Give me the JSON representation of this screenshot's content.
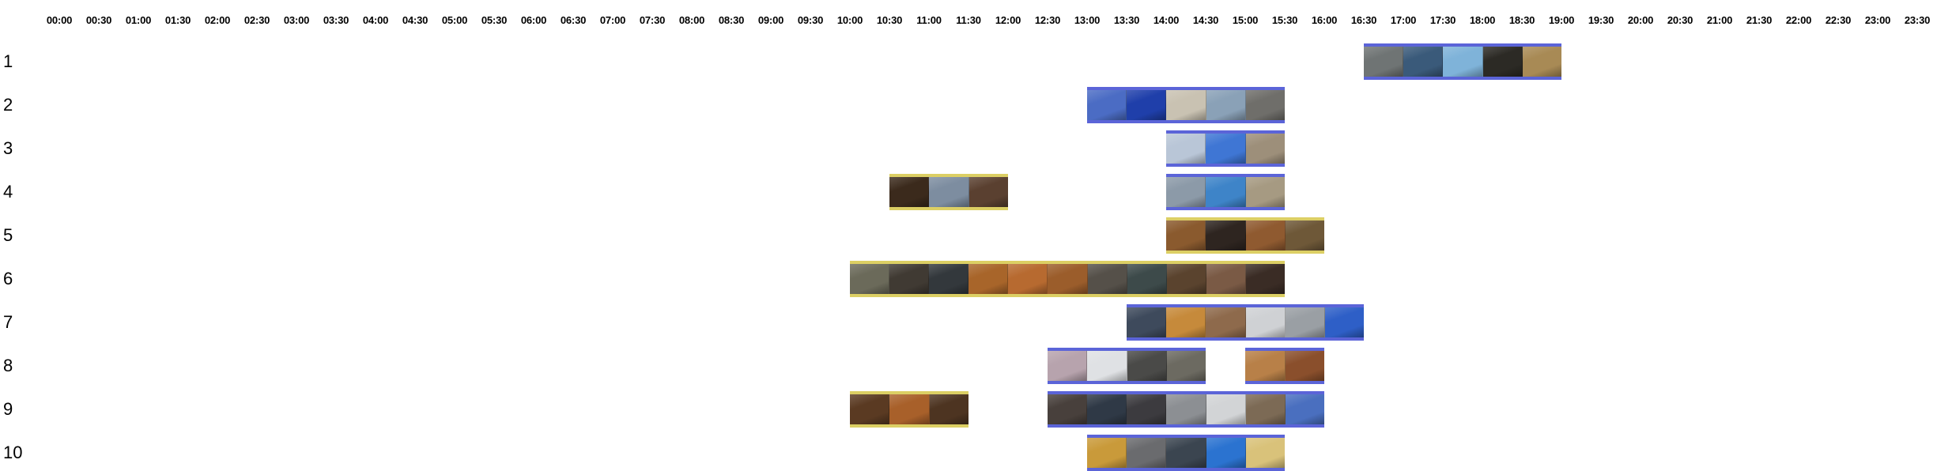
{
  "time_axis": [
    "00:00",
    "00:30",
    "01:00",
    "01:30",
    "02:00",
    "02:30",
    "03:00",
    "03:30",
    "04:00",
    "04:30",
    "05:00",
    "05:30",
    "06:00",
    "06:30",
    "07:00",
    "07:30",
    "08:00",
    "08:30",
    "09:00",
    "09:30",
    "10:00",
    "10:30",
    "11:00",
    "11:30",
    "12:00",
    "12:30",
    "13:00",
    "13:30",
    "14:00",
    "14:30",
    "15:00",
    "15:30",
    "16:00",
    "16:30",
    "17:00",
    "17:30",
    "18:00",
    "18:30",
    "19:00",
    "19:30",
    "20:00",
    "20:30",
    "21:00",
    "21:30",
    "22:00",
    "22:30",
    "23:00",
    "23:30"
  ],
  "colors": {
    "blue_frame": "#5b64d8",
    "yellow_frame": "#dccf64"
  },
  "rows": [
    {
      "label": "1",
      "segments": [
        {
          "start": "16:30",
          "end": "19:00",
          "color": "blue",
          "thumbs": [
            "#6f7474",
            "#3a5a7a",
            "#7fb3d9",
            "#2c2a25",
            "#a88a55"
          ]
        }
      ]
    },
    {
      "label": "2",
      "segments": [
        {
          "start": "13:00",
          "end": "15:30",
          "color": "blue",
          "thumbs": [
            "#4b6cc4",
            "#1f3faa",
            "#c9c2b2",
            "#8aa1b7",
            "#6f6e6a"
          ]
        }
      ]
    },
    {
      "label": "3",
      "segments": [
        {
          "start": "14:00",
          "end": "15:30",
          "color": "blue",
          "thumbs": [
            "#b9c6d7",
            "#3f76d4",
            "#9d8f7a"
          ]
        }
      ]
    },
    {
      "label": "4",
      "segments": [
        {
          "start": "10:30",
          "end": "12:00",
          "color": "yellow",
          "thumbs": [
            "#3b2a1c",
            "#7d8da0",
            "#5a4030"
          ]
        },
        {
          "start": "14:00",
          "end": "15:30",
          "color": "blue",
          "thumbs": [
            "#8c9aa8",
            "#3e84c8",
            "#a69a82"
          ]
        }
      ]
    },
    {
      "label": "5",
      "segments": [
        {
          "start": "14:00",
          "end": "16:00",
          "color": "yellow",
          "thumbs": [
            "#8a5a2e",
            "#2e2520",
            "#8f5a30",
            "#6e5838"
          ]
        }
      ]
    },
    {
      "label": "6",
      "segments": [
        {
          "start": "10:00",
          "end": "15:30",
          "color": "yellow",
          "thumbs": [
            "#6b6a5a",
            "#403a33",
            "#33383c",
            "#a8652a",
            "#b76a30",
            "#9b5d2b",
            "#555049",
            "#3d4a4a",
            "#5a432e",
            "#7a5a45",
            "#3a2c25"
          ]
        }
      ]
    },
    {
      "label": "7",
      "segments": [
        {
          "start": "13:30",
          "end": "16:30",
          "color": "blue",
          "thumbs": [
            "#3e4a5c",
            "#c68a3b",
            "#8e6a4c",
            "#cfd1d4",
            "#9a9fa4",
            "#2e5fc7"
          ]
        }
      ]
    },
    {
      "label": "8",
      "segments": [
        {
          "start": "12:30",
          "end": "14:30",
          "color": "blue",
          "thumbs": [
            "#b7a3ad",
            "#dfe1e4",
            "#4a4a48",
            "#6c6a61"
          ]
        },
        {
          "start": "15:00",
          "end": "16:00",
          "color": "blue",
          "thumbs": [
            "#b88048",
            "#8a4f2c"
          ]
        }
      ]
    },
    {
      "label": "9",
      "segments": [
        {
          "start": "10:00",
          "end": "11:30",
          "color": "yellow",
          "thumbs": [
            "#5a3a22",
            "#a8602a",
            "#4d3421"
          ]
        },
        {
          "start": "12:30",
          "end": "16:00",
          "color": "blue",
          "thumbs": [
            "#48403c",
            "#2f3946",
            "#3c3b3f",
            "#8c8f93",
            "#d2d4d6",
            "#7c6a55",
            "#4a6fbf"
          ]
        }
      ]
    },
    {
      "label": "10",
      "segments": [
        {
          "start": "13:00",
          "end": "15:30",
          "color": "blue",
          "thumbs": [
            "#c99a3a",
            "#6a6b6e",
            "#3b4550",
            "#2b73d0",
            "#d9c27a"
          ]
        }
      ]
    }
  ]
}
